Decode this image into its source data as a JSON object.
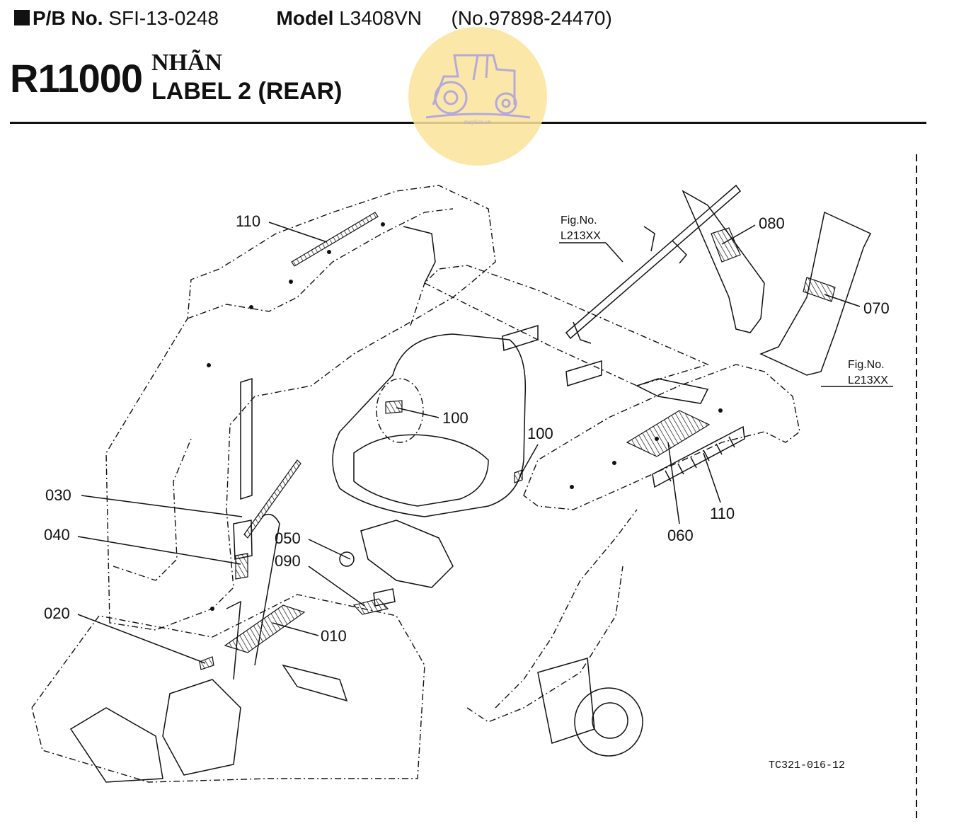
{
  "header": {
    "pb_label": "P/B No.",
    "pb_value": "SFI-13-0248",
    "model_label": "Model",
    "model_value": "L3408VN",
    "serial": "(No.97898-24470)"
  },
  "section": {
    "code": "R11000",
    "title_vi": "NHÃN",
    "title_en": "LABEL 2 (REAR)"
  },
  "watermark": {
    "text": "maykeo.vn",
    "color": "#fbe49a",
    "icon": "tractor-icon"
  },
  "callouts": {
    "c110a": "110",
    "c080": "080",
    "c070": "070",
    "c100a": "100",
    "c100b": "100",
    "c030": "030",
    "c040": "040",
    "c050": "050",
    "c090": "090",
    "c060": "060",
    "c110b": "110",
    "c020": "020",
    "c010": "010"
  },
  "fig_refs": [
    {
      "line1": "Fig.No.",
      "line2": "L213XX"
    },
    {
      "line1": "Fig.No.",
      "line2": "L213XX"
    }
  ],
  "drawing_code": "TC321-016-12"
}
